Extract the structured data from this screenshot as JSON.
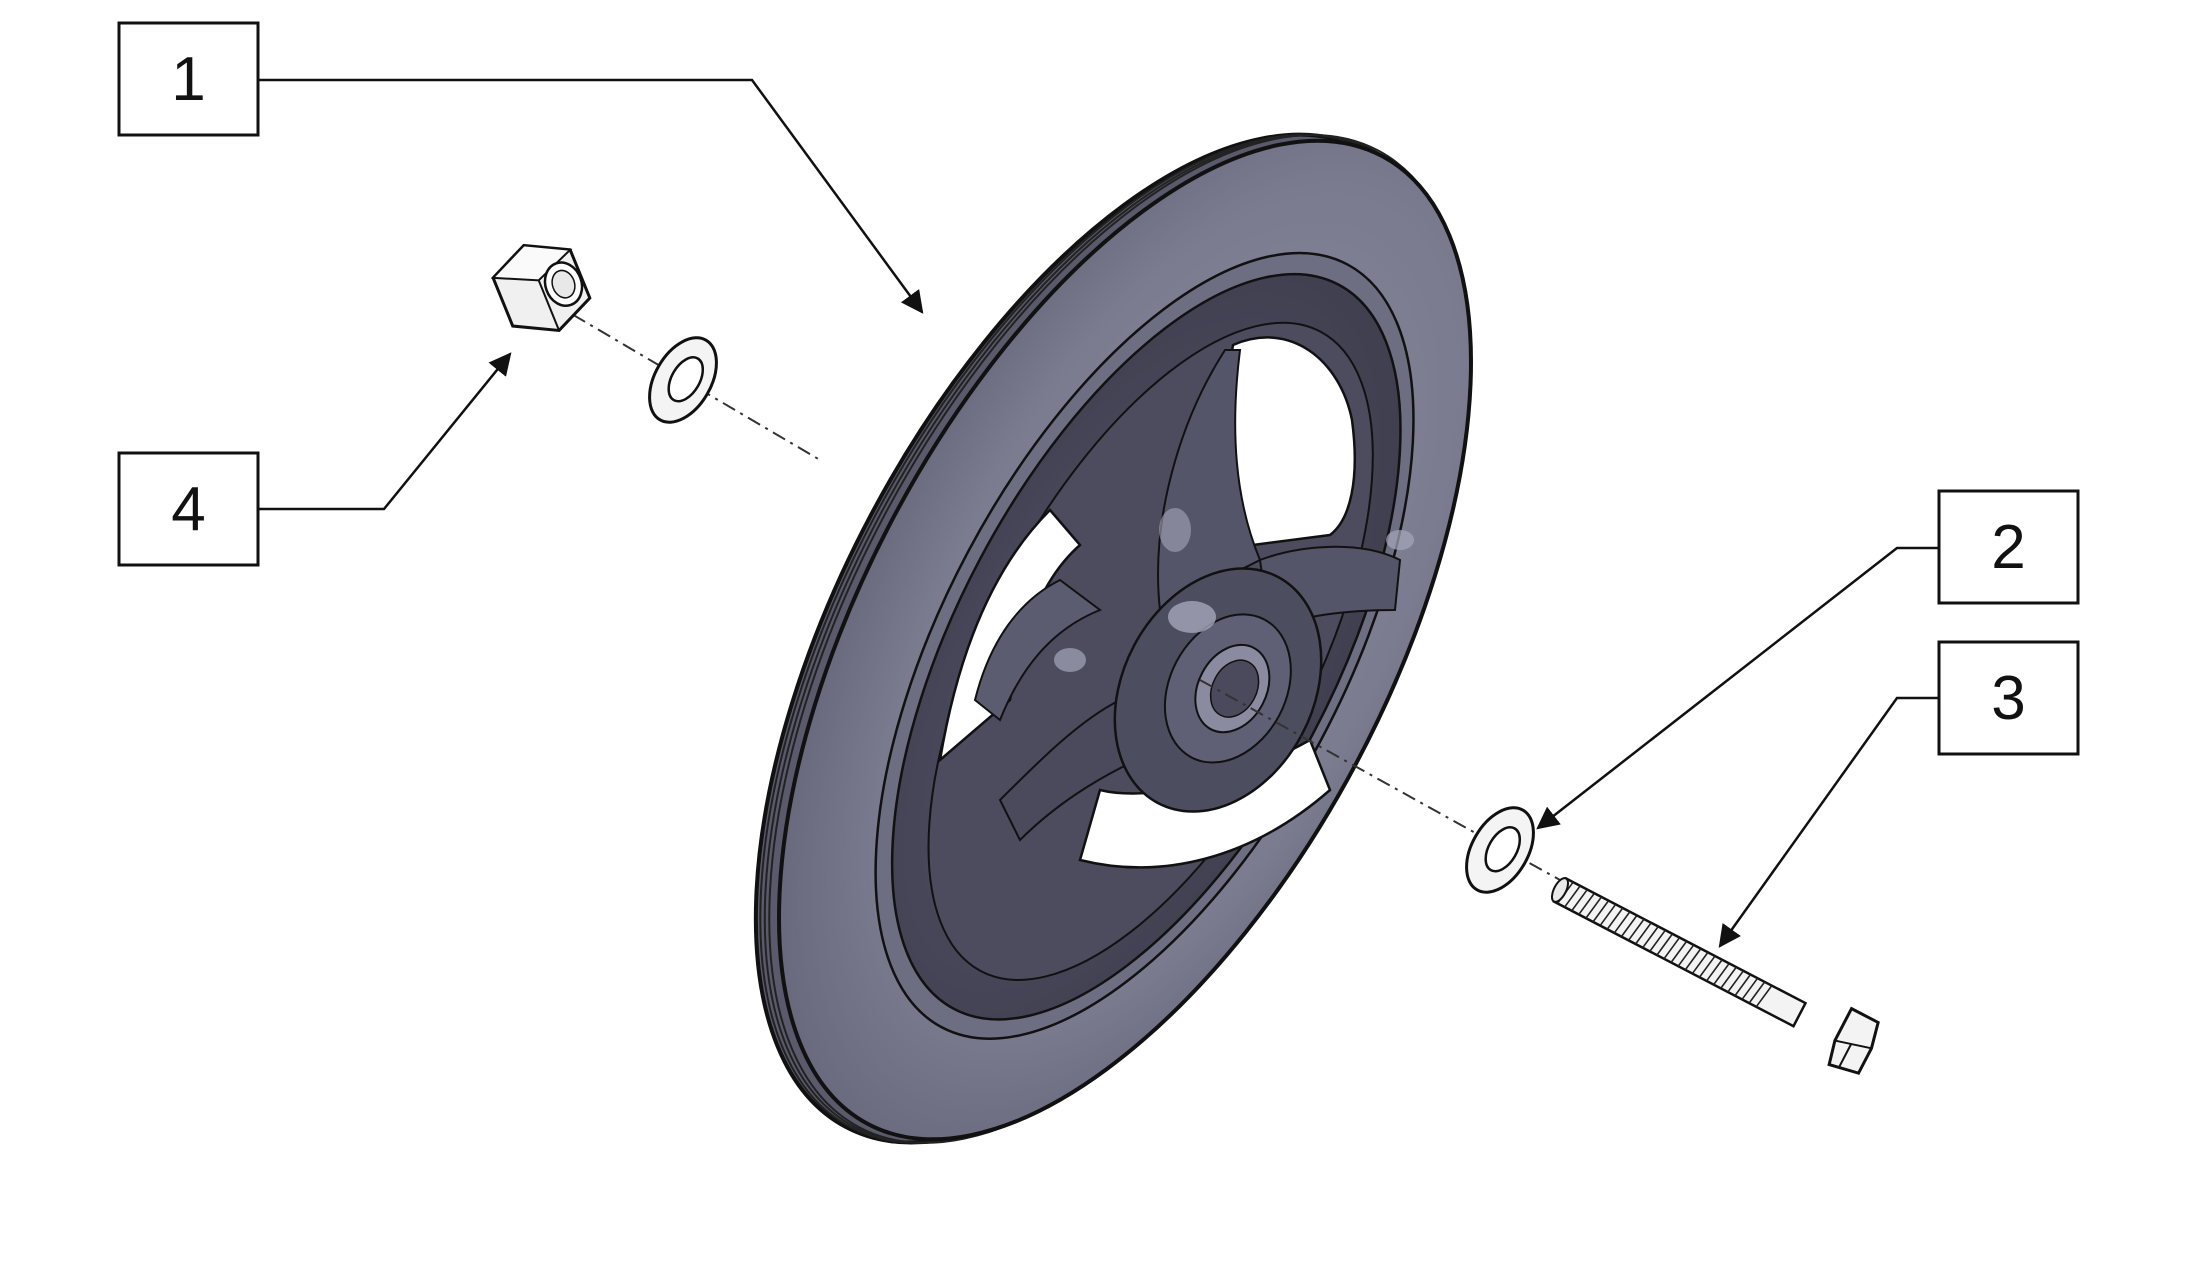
{
  "callouts": {
    "c1": "1",
    "c2": "2",
    "c3": "3",
    "c4": "4"
  },
  "parts": [
    {
      "callout": "1",
      "part": "wheel-with-tire"
    },
    {
      "callout": "2",
      "part": "flat-washer"
    },
    {
      "callout": "3",
      "part": "hex-bolt"
    },
    {
      "callout": "4",
      "part": "hex-nut"
    }
  ],
  "colors": {
    "tire": "#7d7d90",
    "tire_dark": "#5e5e72",
    "rim": "#4a4a5c",
    "rim_shadow": "#3a3a4a",
    "rim_highlight": "#8a8aa0",
    "hardware": "#f2f2f2",
    "line": "#111111"
  }
}
